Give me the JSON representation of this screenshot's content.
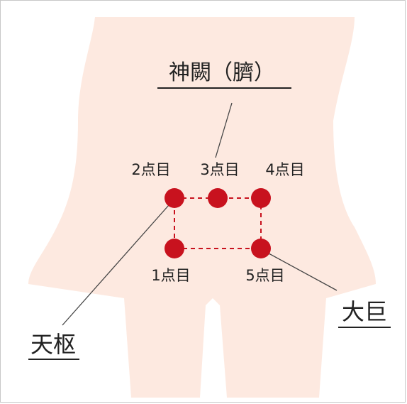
{
  "title_label": "神闕（臍）",
  "left_label": "天枢",
  "right_label": "大巨",
  "points": [
    {
      "label": "1点目"
    },
    {
      "label": "2点目"
    },
    {
      "label": "3点目"
    },
    {
      "label": "4点目"
    },
    {
      "label": "5点目"
    }
  ],
  "colors": {
    "body": "#fde9e0",
    "point": "#c8121e",
    "connector": "#c8121e",
    "leader": "#444444",
    "text": "#222222"
  }
}
